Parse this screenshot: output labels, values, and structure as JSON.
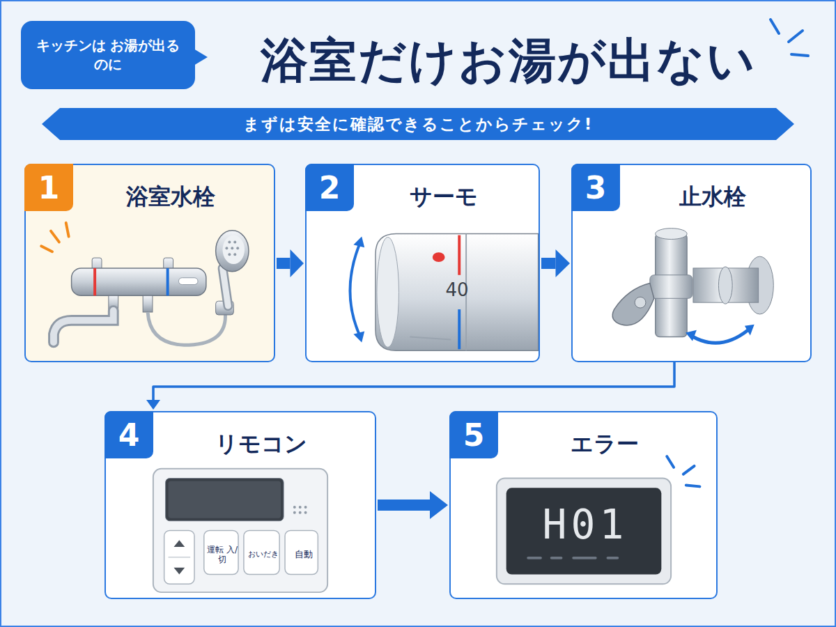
{
  "diagram": {
    "title": "浴室だけお湯が出ない",
    "nodes": [
      {
        "text": [
          "キッチンは お湯が出るのに"
        ]
      },
      {
        "text": [
          "まずは安全に確認できることからチェック!"
        ]
      },
      {
        "text": [
          "1",
          "浴室水栓"
        ]
      },
      {
        "text": [
          "2",
          "サーモ"
        ]
      },
      {
        "text": [
          "3",
          "止水栓"
        ]
      },
      {
        "text": [
          "4",
          "リモコン"
        ]
      },
      {
        "text": [
          "5",
          "エラー"
        ]
      }
    ],
    "edges": [
      {
        "from": 2,
        "to": 3,
        "arrow": "to"
      },
      {
        "from": 3,
        "to": 4,
        "arrow": "to"
      },
      {
        "from": 4,
        "to": 5,
        "arrow": "to"
      },
      {
        "from": 5,
        "to": 6,
        "arrow": "to"
      }
    ],
    "labels": [
      "40",
      "運転 入/切",
      "おいだき",
      "自動",
      "H01"
    ]
  }
}
